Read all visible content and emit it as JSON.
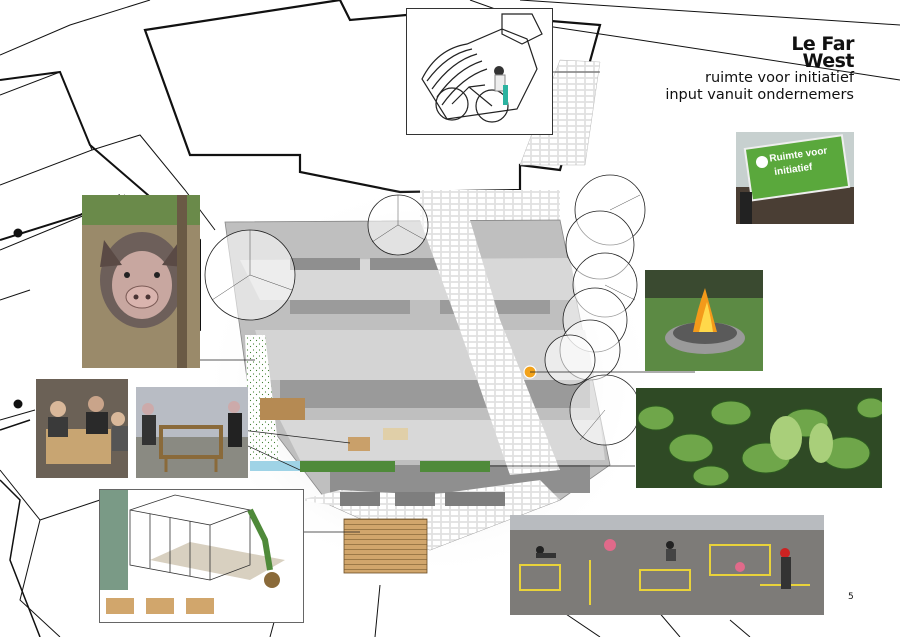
{
  "title": {
    "line1": "Le Far",
    "line2": "West",
    "subtitle1": "ruimte voor initiatief",
    "subtitle2": "input vanuit ondernemers"
  },
  "page_number": "5",
  "sign": {
    "line1": "Ruimte voor",
    "line2": "initiatief"
  },
  "colors": {
    "cadastre_line": "#111111",
    "building_dark": "#8a8a8a",
    "building_light": "#d0d0d0",
    "path_tiles": "#e8e8e8",
    "green_bed": "#4f8a3a",
    "water_strip": "#9fd3e6",
    "wood_deck": "#c9a06a",
    "fire_marker": "#f2a21a",
    "street_chalk": "#e8d23a"
  },
  "photos": [
    {
      "name": "bike-rack-photo",
      "icon": "bicycle-sculpture"
    },
    {
      "name": "sign-photo",
      "icon": "billboard"
    },
    {
      "name": "pig-photo",
      "icon": "pig"
    },
    {
      "name": "fire-pit-photo",
      "icon": "fire"
    },
    {
      "name": "workshop-photo-1",
      "icon": "people-table"
    },
    {
      "name": "workshop-photo-2",
      "icon": "people-table"
    },
    {
      "name": "vegetable-garden-photo",
      "icon": "leaves"
    },
    {
      "name": "pavilion-drawing",
      "icon": "pavilion"
    },
    {
      "name": "street-games-photo",
      "icon": "chalk-drawings"
    }
  ]
}
